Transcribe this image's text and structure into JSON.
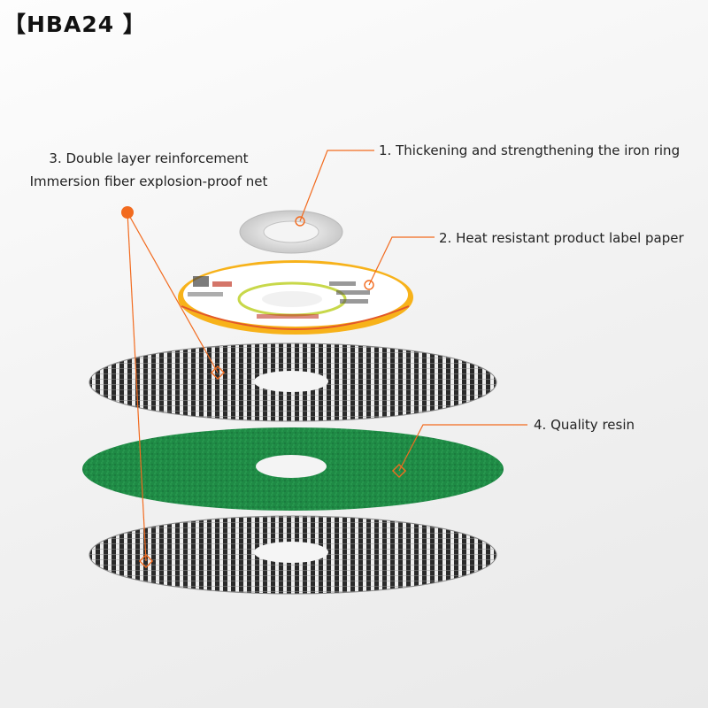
{
  "brand": "【HBA24 】",
  "callouts": {
    "ring": "1. Thickening and strengthening the iron ring",
    "label": "2. Heat resistant product label paper",
    "mesh_line1": "3. Double layer reinforcement",
    "mesh_line2": "Immersion fiber explosion-proof net",
    "resin": "4. Quality resin"
  },
  "colors": {
    "accent": "#f26b1f",
    "resin": "#1f8a45",
    "label": "#f7b21a",
    "mesh": "#2a2a2a"
  }
}
